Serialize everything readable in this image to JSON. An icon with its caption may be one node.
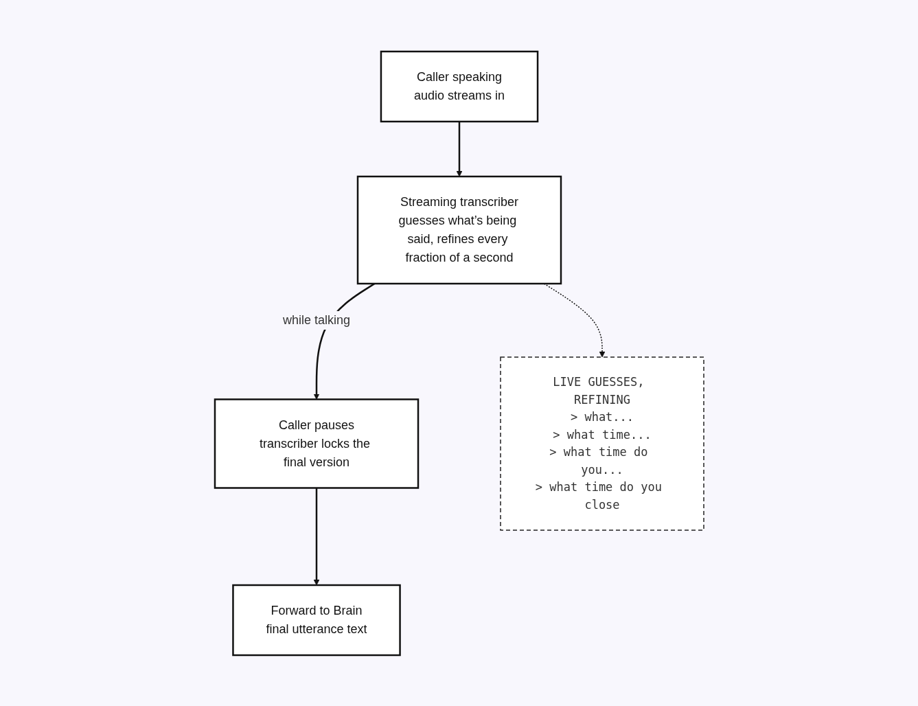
{
  "diagram": {
    "nodes": [
      {
        "text": [
          "Caller speaking",
          "audio streams in"
        ]
      },
      {
        "text": [
          "Streaming transcriber",
          "guesses what’s being said, refines every fraction of a second"
        ]
      },
      {
        "text": [
          "Caller pauses",
          "transcriber locks the final version"
        ]
      },
      {
        "text": [
          "Forward to Brain",
          "final utterance text"
        ]
      },
      {
        "text": [
          "LIVE GUESSES, REFINING",
          "> what...",
          "> what time...",
          "> what time do you...",
          "> what time do you close"
        ]
      }
    ],
    "edges": [
      {
        "from": 0,
        "to": 1,
        "arrow": "to"
      },
      {
        "from": 1,
        "to": 2,
        "arrow": "to",
        "label": "while talking"
      },
      {
        "from": 2,
        "to": 3,
        "arrow": "to"
      },
      {
        "from": 1,
        "to": 4,
        "arrow": "to",
        "style": "dashed"
      }
    ]
  }
}
